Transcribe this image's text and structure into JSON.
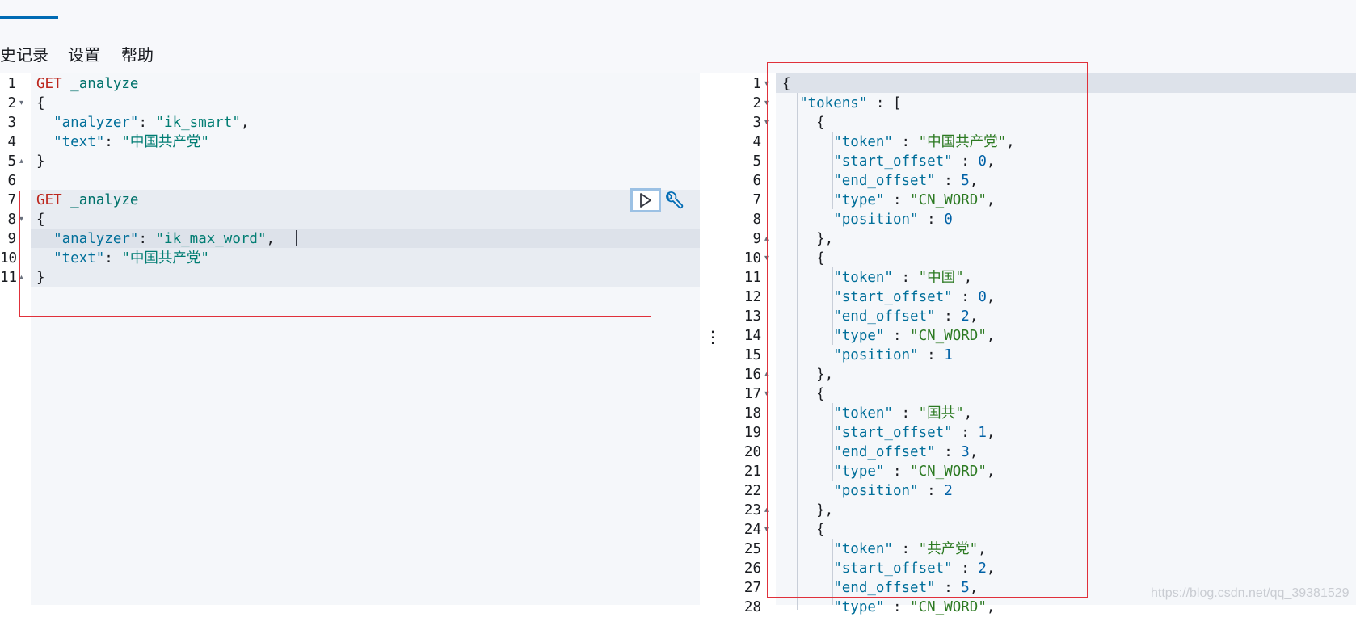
{
  "menu": {
    "history_label": "史记录",
    "settings_label": "设置",
    "help_label": "帮助"
  },
  "request_editor": {
    "lines": [
      {
        "n": "1",
        "fold": "",
        "parts": [
          [
            "kw",
            "GET"
          ],
          [
            "pun",
            " "
          ],
          [
            "fn",
            "_analyze"
          ]
        ]
      },
      {
        "n": "2",
        "fold": "▾",
        "parts": [
          [
            "pun",
            "{"
          ]
        ]
      },
      {
        "n": "3",
        "fold": "",
        "parts": [
          [
            "pun",
            "  "
          ],
          [
            "key",
            "\"analyzer\""
          ],
          [
            "pun",
            ": "
          ],
          [
            "str",
            "\"ik_smart\""
          ],
          [
            "pun",
            ","
          ]
        ]
      },
      {
        "n": "4",
        "fold": "",
        "parts": [
          [
            "pun",
            "  "
          ],
          [
            "key",
            "\"text\""
          ],
          [
            "pun",
            ": "
          ],
          [
            "str",
            "\"中国共产党\""
          ]
        ]
      },
      {
        "n": "5",
        "fold": "▴",
        "parts": [
          [
            "pun",
            "}"
          ]
        ]
      },
      {
        "n": "6",
        "fold": "",
        "parts": []
      },
      {
        "n": "7",
        "fold": "",
        "parts": [
          [
            "kw",
            "GET"
          ],
          [
            "pun",
            " "
          ],
          [
            "fn",
            "_analyze"
          ]
        ]
      },
      {
        "n": "8",
        "fold": "▾",
        "parts": [
          [
            "pun",
            "{"
          ]
        ]
      },
      {
        "n": "9",
        "fold": "",
        "parts": [
          [
            "pun",
            "  "
          ],
          [
            "key",
            "\"analyzer\""
          ],
          [
            "pun",
            ": "
          ],
          [
            "str",
            "\"ik_max_word\""
          ],
          [
            "pun",
            ","
          ]
        ]
      },
      {
        "n": "10",
        "fold": "",
        "parts": [
          [
            "pun",
            "  "
          ],
          [
            "key",
            "\"text\""
          ],
          [
            "pun",
            ": "
          ],
          [
            "str",
            "\"中国共产党\""
          ]
        ]
      },
      {
        "n": "11",
        "fold": "▴",
        "parts": [
          [
            "pun",
            "}"
          ]
        ]
      }
    ]
  },
  "response_viewer": {
    "lines": [
      {
        "n": "1",
        "fold": "▾",
        "parts": [
          [
            "pun",
            "{"
          ]
        ]
      },
      {
        "n": "2",
        "fold": "▾",
        "parts": [
          [
            "pun",
            "  "
          ],
          [
            "key",
            "\"tokens\""
          ],
          [
            "pun",
            " : ["
          ]
        ]
      },
      {
        "n": "3",
        "fold": "▾",
        "parts": [
          [
            "pun",
            "    {"
          ]
        ]
      },
      {
        "n": "4",
        "fold": "",
        "parts": [
          [
            "pun",
            "      "
          ],
          [
            "key",
            "\"token\""
          ],
          [
            "pun",
            " : "
          ],
          [
            "str2",
            "\"中国共产党\""
          ],
          [
            "pun",
            ","
          ]
        ]
      },
      {
        "n": "5",
        "fold": "",
        "parts": [
          [
            "pun",
            "      "
          ],
          [
            "key",
            "\"start_offset\""
          ],
          [
            "pun",
            " : "
          ],
          [
            "num",
            "0"
          ],
          [
            "pun",
            ","
          ]
        ]
      },
      {
        "n": "6",
        "fold": "",
        "parts": [
          [
            "pun",
            "      "
          ],
          [
            "key",
            "\"end_offset\""
          ],
          [
            "pun",
            " : "
          ],
          [
            "num",
            "5"
          ],
          [
            "pun",
            ","
          ]
        ]
      },
      {
        "n": "7",
        "fold": "",
        "parts": [
          [
            "pun",
            "      "
          ],
          [
            "key",
            "\"type\""
          ],
          [
            "pun",
            " : "
          ],
          [
            "str2",
            "\"CN_WORD\""
          ],
          [
            "pun",
            ","
          ]
        ]
      },
      {
        "n": "8",
        "fold": "",
        "parts": [
          [
            "pun",
            "      "
          ],
          [
            "key",
            "\"position\""
          ],
          [
            "pun",
            " : "
          ],
          [
            "num",
            "0"
          ]
        ]
      },
      {
        "n": "9",
        "fold": "▴",
        "parts": [
          [
            "pun",
            "    },"
          ]
        ]
      },
      {
        "n": "10",
        "fold": "▾",
        "parts": [
          [
            "pun",
            "    {"
          ]
        ]
      },
      {
        "n": "11",
        "fold": "",
        "parts": [
          [
            "pun",
            "      "
          ],
          [
            "key",
            "\"token\""
          ],
          [
            "pun",
            " : "
          ],
          [
            "str2",
            "\"中国\""
          ],
          [
            "pun",
            ","
          ]
        ]
      },
      {
        "n": "12",
        "fold": "",
        "parts": [
          [
            "pun",
            "      "
          ],
          [
            "key",
            "\"start_offset\""
          ],
          [
            "pun",
            " : "
          ],
          [
            "num",
            "0"
          ],
          [
            "pun",
            ","
          ]
        ]
      },
      {
        "n": "13",
        "fold": "",
        "parts": [
          [
            "pun",
            "      "
          ],
          [
            "key",
            "\"end_offset\""
          ],
          [
            "pun",
            " : "
          ],
          [
            "num",
            "2"
          ],
          [
            "pun",
            ","
          ]
        ]
      },
      {
        "n": "14",
        "fold": "",
        "parts": [
          [
            "pun",
            "      "
          ],
          [
            "key",
            "\"type\""
          ],
          [
            "pun",
            " : "
          ],
          [
            "str2",
            "\"CN_WORD\""
          ],
          [
            "pun",
            ","
          ]
        ]
      },
      {
        "n": "15",
        "fold": "",
        "parts": [
          [
            "pun",
            "      "
          ],
          [
            "key",
            "\"position\""
          ],
          [
            "pun",
            " : "
          ],
          [
            "num",
            "1"
          ]
        ]
      },
      {
        "n": "16",
        "fold": "▴",
        "parts": [
          [
            "pun",
            "    },"
          ]
        ]
      },
      {
        "n": "17",
        "fold": "▾",
        "parts": [
          [
            "pun",
            "    {"
          ]
        ]
      },
      {
        "n": "18",
        "fold": "",
        "parts": [
          [
            "pun",
            "      "
          ],
          [
            "key",
            "\"token\""
          ],
          [
            "pun",
            " : "
          ],
          [
            "str2",
            "\"国共\""
          ],
          [
            "pun",
            ","
          ]
        ]
      },
      {
        "n": "19",
        "fold": "",
        "parts": [
          [
            "pun",
            "      "
          ],
          [
            "key",
            "\"start_offset\""
          ],
          [
            "pun",
            " : "
          ],
          [
            "num",
            "1"
          ],
          [
            "pun",
            ","
          ]
        ]
      },
      {
        "n": "20",
        "fold": "",
        "parts": [
          [
            "pun",
            "      "
          ],
          [
            "key",
            "\"end_offset\""
          ],
          [
            "pun",
            " : "
          ],
          [
            "num",
            "3"
          ],
          [
            "pun",
            ","
          ]
        ]
      },
      {
        "n": "21",
        "fold": "",
        "parts": [
          [
            "pun",
            "      "
          ],
          [
            "key",
            "\"type\""
          ],
          [
            "pun",
            " : "
          ],
          [
            "str2",
            "\"CN_WORD\""
          ],
          [
            "pun",
            ","
          ]
        ]
      },
      {
        "n": "22",
        "fold": "",
        "parts": [
          [
            "pun",
            "      "
          ],
          [
            "key",
            "\"position\""
          ],
          [
            "pun",
            " : "
          ],
          [
            "num",
            "2"
          ]
        ]
      },
      {
        "n": "23",
        "fold": "▴",
        "parts": [
          [
            "pun",
            "    },"
          ]
        ]
      },
      {
        "n": "24",
        "fold": "▾",
        "parts": [
          [
            "pun",
            "    {"
          ]
        ]
      },
      {
        "n": "25",
        "fold": "",
        "parts": [
          [
            "pun",
            "      "
          ],
          [
            "key",
            "\"token\""
          ],
          [
            "pun",
            " : "
          ],
          [
            "str2",
            "\"共产党\""
          ],
          [
            "pun",
            ","
          ]
        ]
      },
      {
        "n": "26",
        "fold": "",
        "parts": [
          [
            "pun",
            "      "
          ],
          [
            "key",
            "\"start_offset\""
          ],
          [
            "pun",
            " : "
          ],
          [
            "num",
            "2"
          ],
          [
            "pun",
            ","
          ]
        ]
      },
      {
        "n": "27",
        "fold": "",
        "parts": [
          [
            "pun",
            "      "
          ],
          [
            "key",
            "\"end_offset\""
          ],
          [
            "pun",
            " : "
          ],
          [
            "num",
            "5"
          ],
          [
            "pun",
            ","
          ]
        ]
      },
      {
        "n": "28",
        "fold": "",
        "parts": [
          [
            "pun",
            "      "
          ],
          [
            "key",
            "\"type\""
          ],
          [
            "pun",
            " : "
          ],
          [
            "str2",
            "\"CN_WORD\""
          ],
          [
            "pun",
            ","
          ]
        ]
      }
    ]
  },
  "watermark": "https://blog.csdn.net/qq_39381529",
  "icons": {
    "run": "play-icon",
    "settings": "wrench-icon"
  },
  "colors": {
    "keyword": "#bd271e",
    "function": "#00726b",
    "key": "#016f9a",
    "string": "#017d73",
    "annotation_box": "#e0303a",
    "run_focus": "#9cc1e4"
  }
}
